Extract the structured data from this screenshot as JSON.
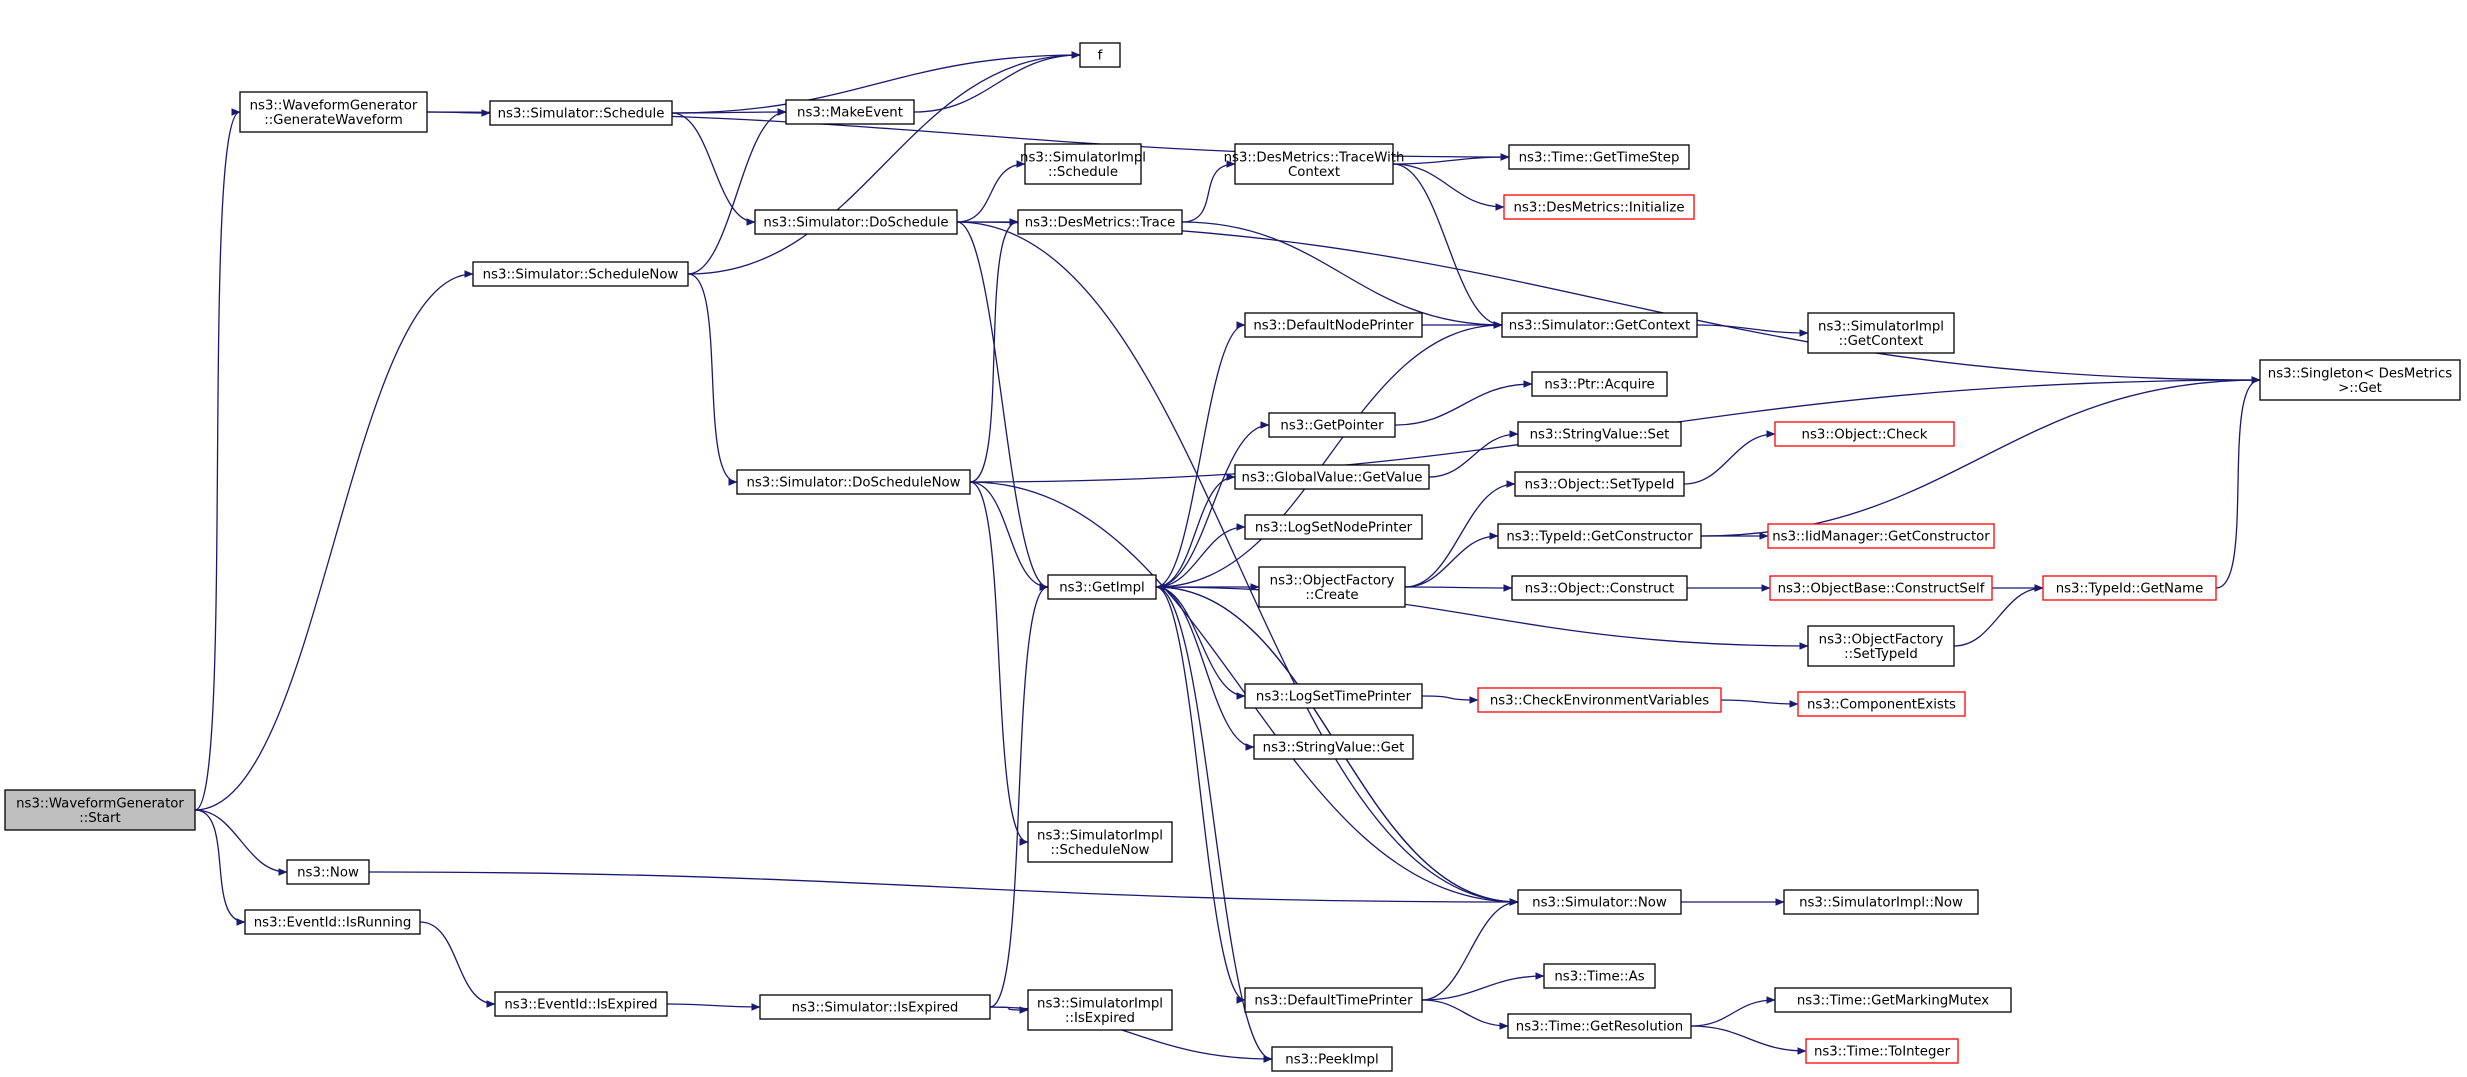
{
  "colors": {
    "edge": "#191970",
    "node_border": "#000000",
    "node_fill": "#ffffff",
    "root_fill": "#bfbfbf",
    "truncated_border": "#ff0000"
  },
  "nodes": [
    {
      "id": "start",
      "lines": [
        "ns3::WaveformGenerator",
        "::Start"
      ],
      "root": true
    },
    {
      "id": "genwave",
      "lines": [
        "ns3::WaveformGenerator",
        "::GenerateWaveform"
      ]
    },
    {
      "id": "schednow",
      "lines": [
        "ns3::Simulator::ScheduleNow"
      ]
    },
    {
      "id": "now",
      "lines": [
        "ns3::Now"
      ]
    },
    {
      "id": "isrunning",
      "lines": [
        "ns3::EventId::IsRunning"
      ]
    },
    {
      "id": "schedule",
      "lines": [
        "ns3::Simulator::Schedule"
      ]
    },
    {
      "id": "f",
      "lines": [
        "f"
      ]
    },
    {
      "id": "makeevent",
      "lines": [
        "ns3::MakeEvent"
      ]
    },
    {
      "id": "doschedule",
      "lines": [
        "ns3::Simulator::DoSchedule"
      ]
    },
    {
      "id": "dosnow",
      "lines": [
        "ns3::Simulator::DoScheduleNow"
      ]
    },
    {
      "id": "isexpired",
      "lines": [
        "ns3::EventId::IsExpired"
      ]
    },
    {
      "id": "simisexp",
      "lines": [
        "ns3::Simulator::IsExpired"
      ]
    },
    {
      "id": "simimplsched",
      "lines": [
        "ns3::SimulatorImpl",
        "::Schedule"
      ]
    },
    {
      "id": "dmtrace",
      "lines": [
        "ns3::DesMetrics::Trace"
      ]
    },
    {
      "id": "getimpl",
      "lines": [
        "ns3::GetImpl"
      ]
    },
    {
      "id": "simimplschednow",
      "lines": [
        "ns3::SimulatorImpl",
        "::ScheduleNow"
      ]
    },
    {
      "id": "simimplisexp",
      "lines": [
        "ns3::SimulatorImpl",
        "::IsExpired"
      ]
    },
    {
      "id": "dmtracectx",
      "lines": [
        "ns3::DesMetrics::TraceWith",
        "Context"
      ]
    },
    {
      "id": "defnodeprint",
      "lines": [
        "ns3::DefaultNodePrinter"
      ]
    },
    {
      "id": "getpointer",
      "lines": [
        "ns3::GetPointer"
      ]
    },
    {
      "id": "gvgetvalue",
      "lines": [
        "ns3::GlobalValue::GetValue"
      ]
    },
    {
      "id": "logsetnode",
      "lines": [
        "ns3::LogSetNodePrinter"
      ]
    },
    {
      "id": "ofcreate",
      "lines": [
        "ns3::ObjectFactory",
        "::Create"
      ]
    },
    {
      "id": "logsettime",
      "lines": [
        "ns3::LogSetTimePrinter"
      ]
    },
    {
      "id": "svget",
      "lines": [
        "ns3::StringValue::Get"
      ]
    },
    {
      "id": "deftimeprint",
      "lines": [
        "ns3::DefaultTimePrinter"
      ]
    },
    {
      "id": "peekimpl",
      "lines": [
        "ns3::PeekImpl"
      ]
    },
    {
      "id": "timegetstep",
      "lines": [
        "ns3::Time::GetTimeStep"
      ]
    },
    {
      "id": "dminit",
      "lines": [
        "ns3::DesMetrics::Initialize"
      ],
      "truncated": true
    },
    {
      "id": "simgetctx",
      "lines": [
        "ns3::Simulator::GetContext"
      ]
    },
    {
      "id": "ptracquire",
      "lines": [
        "ns3::Ptr::Acquire"
      ]
    },
    {
      "id": "svset",
      "lines": [
        "ns3::StringValue::Set"
      ]
    },
    {
      "id": "objsettype",
      "lines": [
        "ns3::Object::SetTypeId"
      ]
    },
    {
      "id": "typegetctor",
      "lines": [
        "ns3::TypeId::GetConstructor"
      ]
    },
    {
      "id": "objconstruct",
      "lines": [
        "ns3::Object::Construct"
      ]
    },
    {
      "id": "ofsettype",
      "lines": [
        "ns3::ObjectFactory",
        "::SetTypeId"
      ]
    },
    {
      "id": "checkenv",
      "lines": [
        "ns3::CheckEnvironmentVariables"
      ],
      "truncated": true
    },
    {
      "id": "simnow",
      "lines": [
        "ns3::Simulator::Now"
      ]
    },
    {
      "id": "timeas",
      "lines": [
        "ns3::Time::As"
      ]
    },
    {
      "id": "timegetres",
      "lines": [
        "ns3::Time::GetResolution"
      ]
    },
    {
      "id": "simimplgetctx",
      "lines": [
        "ns3::SimulatorImpl",
        "::GetContext"
      ]
    },
    {
      "id": "objcheck",
      "lines": [
        "ns3::Object::Check"
      ],
      "truncated": true
    },
    {
      "id": "iidgetctor",
      "lines": [
        "ns3::IidManager::GetConstructor"
      ],
      "truncated": true
    },
    {
      "id": "objbaseconstruct",
      "lines": [
        "ns3::ObjectBase::ConstructSelf"
      ],
      "truncated": true
    },
    {
      "id": "compexists",
      "lines": [
        "ns3::ComponentExists"
      ],
      "truncated": true
    },
    {
      "id": "simimplnow",
      "lines": [
        "ns3::SimulatorImpl::Now"
      ]
    },
    {
      "id": "timemarkmutex",
      "lines": [
        "ns3::Time::GetMarkingMutex"
      ]
    },
    {
      "id": "timetoint",
      "lines": [
        "ns3::Time::ToInteger"
      ],
      "truncated": true
    },
    {
      "id": "singletonget",
      "lines": [
        "ns3::Singleton< DesMetrics",
        " >::Get"
      ]
    },
    {
      "id": "typegetname",
      "lines": [
        "ns3::TypeId::GetName"
      ],
      "truncated": true
    }
  ],
  "edges": [
    {
      "from": "start",
      "to": "genwave"
    },
    {
      "from": "start",
      "to": "schednow"
    },
    {
      "from": "start",
      "to": "now"
    },
    {
      "from": "start",
      "to": "isrunning"
    },
    {
      "from": "genwave",
      "to": "schedule"
    },
    {
      "from": "genwave",
      "to": "timegetstep"
    },
    {
      "from": "schedule",
      "to": "f"
    },
    {
      "from": "schedule",
      "to": "makeevent"
    },
    {
      "from": "schedule",
      "to": "doschedule"
    },
    {
      "from": "makeevent",
      "to": "f"
    },
    {
      "from": "schednow",
      "to": "f"
    },
    {
      "from": "schednow",
      "to": "makeevent"
    },
    {
      "from": "schednow",
      "to": "dosnow"
    },
    {
      "from": "doschedule",
      "to": "simimplsched"
    },
    {
      "from": "doschedule",
      "to": "dmtrace"
    },
    {
      "from": "doschedule",
      "to": "getimpl"
    },
    {
      "from": "doschedule",
      "to": "simnow"
    },
    {
      "from": "doschedule",
      "to": "singletonget"
    },
    {
      "from": "dosnow",
      "to": "dmtrace"
    },
    {
      "from": "dosnow",
      "to": "getimpl"
    },
    {
      "from": "dosnow",
      "to": "simimplschednow"
    },
    {
      "from": "dosnow",
      "to": "simnow"
    },
    {
      "from": "dosnow",
      "to": "singletonget"
    },
    {
      "from": "dmtrace",
      "to": "dmtracectx"
    },
    {
      "from": "dmtrace",
      "to": "simgetctx"
    },
    {
      "from": "dmtracectx",
      "to": "timegetstep"
    },
    {
      "from": "dmtracectx",
      "to": "dminit"
    },
    {
      "from": "dmtracectx",
      "to": "simgetctx"
    },
    {
      "from": "now",
      "to": "simnow"
    },
    {
      "from": "isrunning",
      "to": "isexpired"
    },
    {
      "from": "isexpired",
      "to": "simisexp"
    },
    {
      "from": "simisexp",
      "to": "getimpl"
    },
    {
      "from": "simisexp",
      "to": "simimplisexp"
    },
    {
      "from": "simisexp",
      "to": "peekimpl"
    },
    {
      "from": "getimpl",
      "to": "defnodeprint"
    },
    {
      "from": "getimpl",
      "to": "simgetctx"
    },
    {
      "from": "getimpl",
      "to": "getpointer"
    },
    {
      "from": "getimpl",
      "to": "gvgetvalue"
    },
    {
      "from": "getimpl",
      "to": "logsetnode"
    },
    {
      "from": "getimpl",
      "to": "ofcreate"
    },
    {
      "from": "getimpl",
      "to": "ofsettype"
    },
    {
      "from": "getimpl",
      "to": "logsettime"
    },
    {
      "from": "getimpl",
      "to": "svget"
    },
    {
      "from": "getimpl",
      "to": "simnow"
    },
    {
      "from": "getimpl",
      "to": "deftimeprint"
    },
    {
      "from": "getimpl",
      "to": "peekimpl"
    },
    {
      "from": "defnodeprint",
      "to": "simgetctx"
    },
    {
      "from": "simgetctx",
      "to": "simimplgetctx"
    },
    {
      "from": "getpointer",
      "to": "ptracquire"
    },
    {
      "from": "gvgetvalue",
      "to": "svset"
    },
    {
      "from": "ofcreate",
      "to": "objsettype"
    },
    {
      "from": "ofcreate",
      "to": "typegetctor"
    },
    {
      "from": "ofcreate",
      "to": "objconstruct"
    },
    {
      "from": "objsettype",
      "to": "objcheck"
    },
    {
      "from": "typegetctor",
      "to": "iidgetctor"
    },
    {
      "from": "typegetctor",
      "to": "singletonget"
    },
    {
      "from": "objconstruct",
      "to": "objbaseconstruct"
    },
    {
      "from": "objbaseconstruct",
      "to": "typegetname"
    },
    {
      "from": "ofsettype",
      "to": "typegetname"
    },
    {
      "from": "typegetname",
      "to": "singletonget"
    },
    {
      "from": "logsettime",
      "to": "checkenv"
    },
    {
      "from": "checkenv",
      "to": "compexists"
    },
    {
      "from": "simnow",
      "to": "simimplnow"
    },
    {
      "from": "simnow",
      "to": "getimpl"
    },
    {
      "from": "deftimeprint",
      "to": "simnow"
    },
    {
      "from": "deftimeprint",
      "to": "timeas"
    },
    {
      "from": "deftimeprint",
      "to": "timegetres"
    },
    {
      "from": "timegetres",
      "to": "timemarkmutex"
    },
    {
      "from": "timegetres",
      "to": "timetoint"
    }
  ]
}
